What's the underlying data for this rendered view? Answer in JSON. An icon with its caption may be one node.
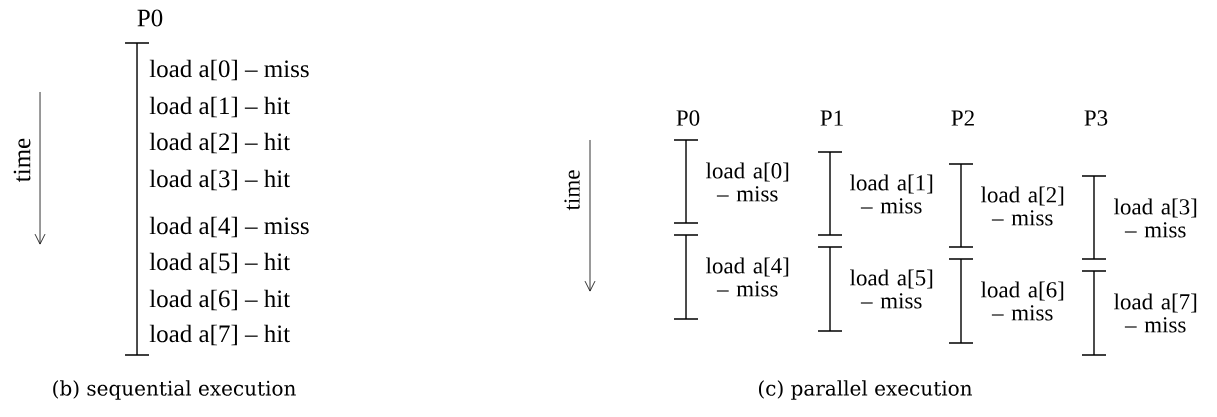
{
  "diagram": {
    "labels": [
      "P0",
      "load a[0] – miss",
      "load a[1] – hit",
      "load a[2] – hit",
      "load a[3] – hit",
      "load a[4] – miss",
      "load a[5] – hit",
      "load a[6] – hit",
      "load a[7] – hit",
      "time",
      "(b) sequential execution",
      "P0",
      "P1",
      "P2",
      "P3",
      "time",
      "load a[0] – miss",
      "load a[1] – miss",
      "load a[2] – miss",
      "load a[3] – miss",
      "load a[4] – miss",
      "load a[5] – miss",
      "load a[6] – miss",
      "load a[7] – miss",
      "(c) parallel execution"
    ]
  }
}
